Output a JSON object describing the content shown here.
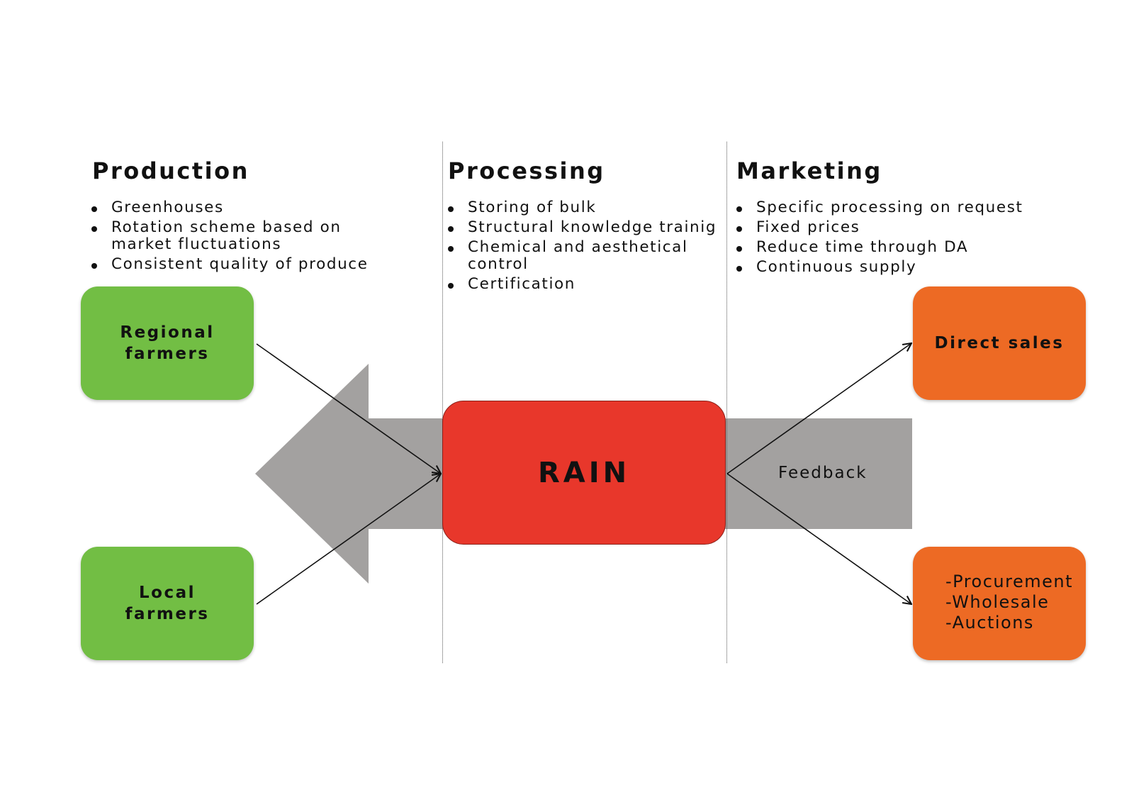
{
  "sections": {
    "production": {
      "title": "Production",
      "bullets": [
        "Greenhouses",
        "Rotation scheme based on market fluctuations",
        "Consistent quality of produce"
      ]
    },
    "processing": {
      "title": "Processing",
      "bullets": [
        "Storing of bulk",
        "Structural knowledge trainig",
        "Chemical and aesthetical control",
        "Certification"
      ]
    },
    "marketing": {
      "title": "Marketing",
      "bullets": [
        "Specific processing on request",
        "Fixed prices",
        "Reduce time through DA",
        "Continuous supply"
      ]
    }
  },
  "nodes": {
    "regional_farmers": "Regional farmers",
    "local_farmers": "Local farmers",
    "center": "RAIN",
    "direct_sales": "Direct sales",
    "channels": [
      "-Procurement",
      "-Wholesale",
      "-Auctions"
    ]
  },
  "feedback_label": "Feedback",
  "colors": {
    "producer_green": "#72be44",
    "center_red": "#e8372b",
    "market_orange": "#ed6a24",
    "feedback_gray": "#a3a1a0"
  }
}
